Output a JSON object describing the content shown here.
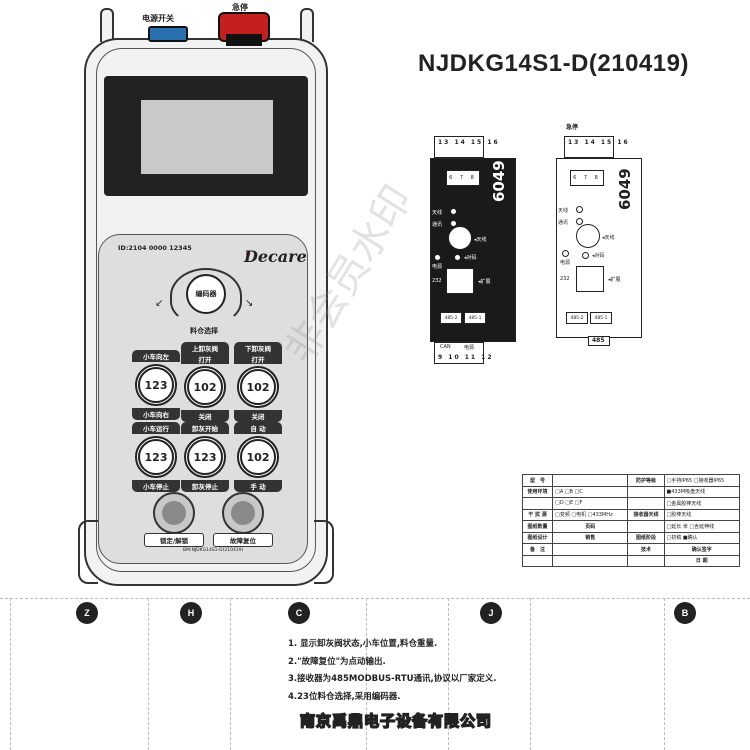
{
  "remote": {
    "power_label": "电源开关",
    "estop_label": "急停",
    "id_text": "ID:2104 0000 12345",
    "logo": "Decare",
    "encoder_label": "编码器",
    "material_select": "料仓选择",
    "knobs": [
      {
        "top": "小车向左",
        "sub": "",
        "value": "123",
        "bottom": "小车向右"
      },
      {
        "top": "上卸灰阀",
        "sub": "打开",
        "value": "102",
        "bottom": "关闭"
      },
      {
        "top": "下卸灰阀",
        "sub": "打开",
        "value": "102",
        "bottom": "关闭"
      },
      {
        "top": "小车运行",
        "sub": "",
        "value": "123",
        "bottom": "小车停止"
      },
      {
        "top": "卸灰开始",
        "sub": "",
        "value": "123",
        "bottom": "卸灰停止"
      },
      {
        "top": "自 动",
        "sub": "",
        "value": "102",
        "bottom": "手 动"
      }
    ],
    "button_lock": "锁定/解锁",
    "button_reset": "故障复位",
    "model_small": "BM:NJDKG14S1-D(210419)"
  },
  "model_title": "NJDKG14S1-D(210419)",
  "rx_black": {
    "top_terms": "13 14 15 16",
    "relay": "6 7 8",
    "number": "6049",
    "led_antenna": "天线",
    "led_comm": "通讯",
    "antenna": "◂天线",
    "pair": "◂对码",
    "power": "电源",
    "port232": "232",
    "expand": "◂扩展",
    "tb1": "485-2",
    "tb2": "485-1",
    "tb3": "CAN",
    "tb4": "电源",
    "bottom_terms": "9 10 11 12"
  },
  "rx_white": {
    "estop": "急停",
    "top_terms": "13 14 15 16",
    "relay": "6 7 8",
    "number": "6049",
    "led_antenna": "天线",
    "led_comm": "通讯",
    "antenna": "◂天线",
    "pair": "◂对码",
    "power": "电源",
    "port232": "232",
    "expand": "◂扩展",
    "tb1": "485-2",
    "tb2": "485-1",
    "bottom_label": "485"
  },
  "spec": {
    "r1": [
      "型　号",
      "",
      "防护等级",
      "□手持IP65 □接收器IP65"
    ],
    "r2": [
      "使用环境",
      "□A  □B  □C",
      "",
      "■433M吸盘天线"
    ],
    "r3": [
      "",
      "□D  □E  □F",
      "",
      "□金属胶棒天线"
    ],
    "r4": [
      "干 扰 源",
      "□变频 □电机 □433MHz",
      "接收器天线",
      "□胶棒天线"
    ],
    "r5": [
      "图纸数量",
      "页码",
      "",
      "□延长  米  □含延伸线"
    ],
    "r6": [
      "图纸设计",
      "销售",
      "图纸阶段",
      "□初稿   ■确认"
    ],
    "r7": [
      "备　注",
      "",
      "技术",
      "确认签字"
    ],
    "r8": [
      "",
      "",
      "",
      "日 期"
    ]
  },
  "markers": [
    "Z",
    "H",
    "C",
    "J",
    "B"
  ],
  "notes": [
    "1. 显示卸灰阀状态,小车位置,料仓重量.",
    "2.\"故障复位\"为点动输出.",
    "3.接收器为485MODBUS-RTU通讯,协议以厂家定义.",
    "4.23位料仓选择,采用编码器."
  ],
  "company": "南京禹鼎电子设备有限公司",
  "watermark": "非会员水印"
}
